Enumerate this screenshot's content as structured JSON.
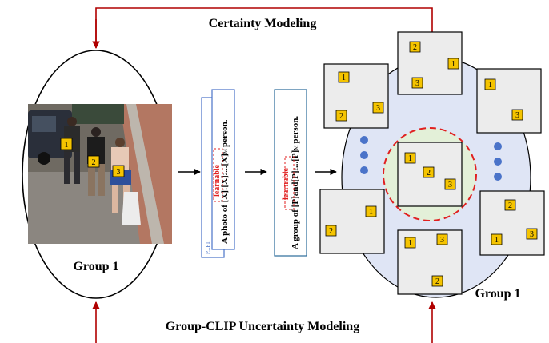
{
  "top_title": "Certainty Modeling",
  "bottom_title": "Group-CLIP Uncertainty Modeling",
  "left_group_label": "Group 1",
  "right_group_label": "Group 1",
  "photo_markers": [
    "1",
    "2",
    "3"
  ],
  "prompt1": {
    "learnable": "learnable",
    "prefix": "A photo of ",
    "tokens": [
      "[X]",
      "1",
      "[X]",
      "2",
      "...",
      "[X]",
      "M"
    ],
    "suffix": "person.",
    "back_card_text": "P...P1"
  },
  "prompt2": {
    "learnable": "learnable",
    "prefix": "A group of ",
    "tokens": [
      "[P]",
      "and",
      "[P]",
      "2",
      "...",
      "[P]",
      "M"
    ],
    "suffix": "person."
  },
  "marker_color": "#f5c400",
  "arrow_color": "#b00000",
  "dashed_circle_color": "#e02020",
  "blob_color": "#dfe5f5",
  "center_fill_color": "#e3f0d8",
  "dot_color": "#4a73c9"
}
